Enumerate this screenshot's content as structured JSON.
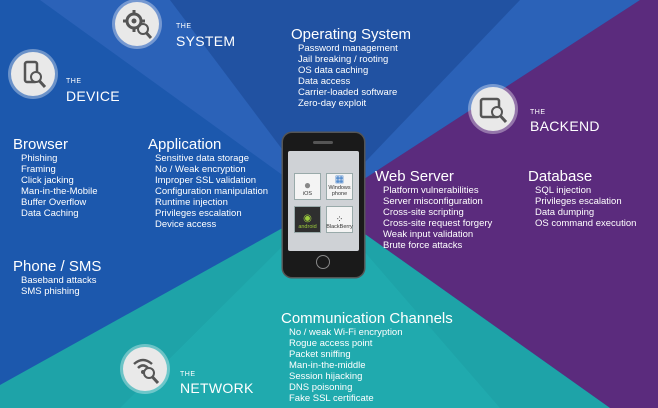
{
  "colors": {
    "system_dark": "#1a3f86",
    "system_light": "#2d69c0",
    "device": "#1c58ad",
    "backend": "#5a2a7c",
    "network": "#1ea1a6",
    "badge": "#e9e9e9"
  },
  "zones": {
    "system": {
      "the": "THE",
      "name": "SYSTEM",
      "icon": "gear-icon"
    },
    "device": {
      "the": "THE",
      "name": "DEVICE",
      "icon": "phone-magnifier-icon"
    },
    "backend": {
      "the": "THE",
      "name": "BACKEND",
      "icon": "server-magnifier-icon"
    },
    "network": {
      "the": "THE",
      "name": "NETWORK",
      "icon": "wifi-magnifier-icon"
    }
  },
  "categories": {
    "operating_system": {
      "title": "Operating System",
      "items": [
        "Password management",
        "Jail breaking / rooting",
        "OS data caching",
        "Data access",
        "Carrier-loaded software",
        "Zero-day exploit"
      ]
    },
    "browser": {
      "title": "Browser",
      "items": [
        "Phishing",
        "Framing",
        "Click jacking",
        "Man-in-the-Mobile",
        "Buffer Overflow",
        "Data Caching"
      ]
    },
    "application": {
      "title": "Application",
      "items": [
        "Sensitive data storage",
        "No / Weak encryption",
        "Improper SSL validation",
        "Configuration manipulation",
        "Runtime injection",
        "Privileges escalation",
        "Device access"
      ]
    },
    "phone_sms": {
      "title": "Phone / SMS",
      "items": [
        "Baseband attacks",
        "SMS phishing"
      ]
    },
    "web_server": {
      "title": "Web Server",
      "items": [
        "Platform vulnerabilities",
        "Server misconfiguration",
        "Cross-site scripting",
        "Cross-site request forgery",
        "Weak input validation",
        "Brute force attacks"
      ]
    },
    "database": {
      "title": "Database",
      "items": [
        "SQL injection",
        "Privileges escalation",
        "Data dumping",
        "OS command execution"
      ]
    },
    "communication": {
      "title": "Communication Channels",
      "items": [
        "No / weak Wi-Fi encryption",
        "Rogue access point",
        "Packet sniffing",
        "Man-in-the-middle",
        "Session hijacking",
        "DNS poisoning",
        "Fake SSL certificate"
      ]
    }
  },
  "phone": {
    "tiles": [
      "iOS",
      "Windows phone",
      "android",
      "BlackBerry"
    ]
  }
}
